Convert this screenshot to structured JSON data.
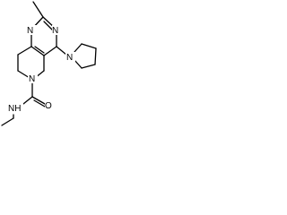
{
  "molecule": {
    "atoms": {
      "n_pyrimidine_top": "N",
      "n_pyrimidine_bottom": "N",
      "n_pyrrolidine": "N",
      "n_ring_amine": "N",
      "o_carbonyl": "O",
      "nh_amide": "NH"
    }
  }
}
